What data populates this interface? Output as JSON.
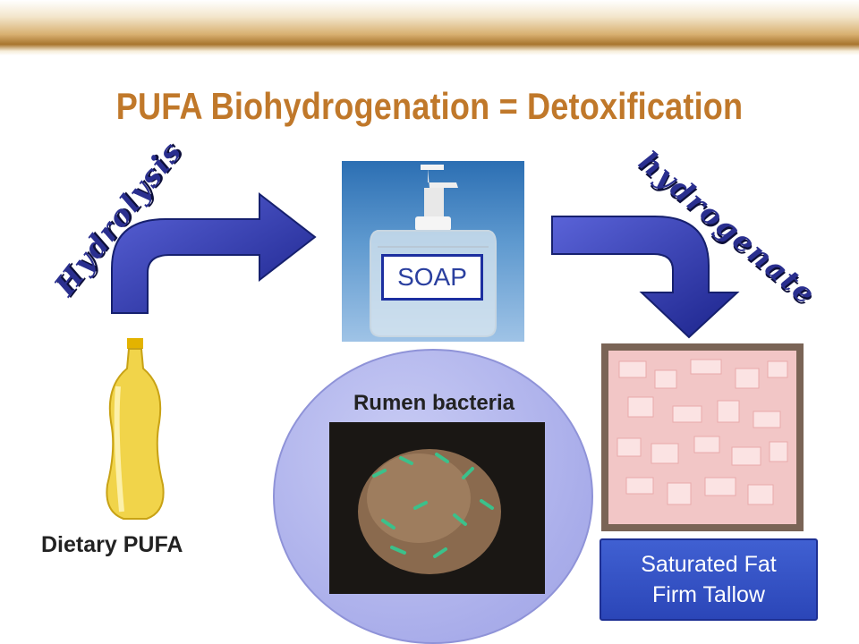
{
  "slide": {
    "title": "PUFA Biohydrogenation = Detoxification",
    "hydrolysis_label": "Hydrolysis",
    "hydrogenate_label": "hydrogenate",
    "soap_label": "SOAP",
    "rumen_label": "Rumen bacteria",
    "dietary_label": "Dietary PUFA",
    "saturated_line1": "Saturated Fat",
    "saturated_line2": "Firm Tallow"
  },
  "colors": {
    "title": "#c0782a",
    "arrow": "#2b36b0",
    "bubble": "#a9adea",
    "box": "#3454c6"
  },
  "icons": [
    "arrow-up-right-icon",
    "arrow-down-right-icon"
  ]
}
